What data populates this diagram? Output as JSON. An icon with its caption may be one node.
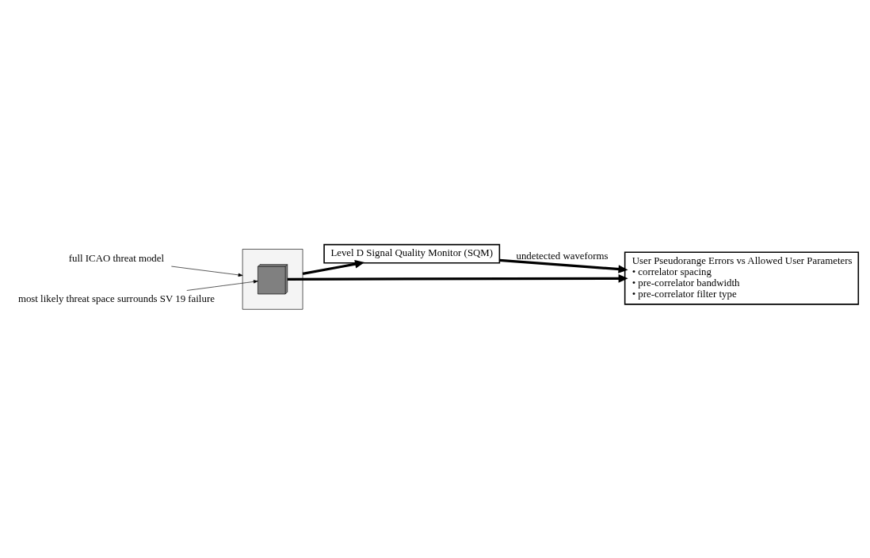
{
  "diagram": {
    "nodes": [
      {
        "text": [],
        "shape": "box"
      },
      {
        "text": [
          "full ICAO threat model"
        ]
      },
      {
        "text": [],
        "shape": "box",
        "in": 0
      },
      {
        "text": [
          "most likely threat space surrounds SV 19 failure"
        ]
      },
      {
        "text": [
          "Level D Signal Quality Monitor (SQM)"
        ]
      },
      {
        "text": [
          "User Pseudorange Errors vs Allowed User Parameters",
          "• correlator spacing",
          "• pre-correlator bandwidth",
          "• pre-correlator filter type"
        ]
      }
    ],
    "edges": [
      {
        "from": 1,
        "to": 0,
        "arrow": "to"
      },
      {
        "from": 3,
        "to": 2,
        "arrow": "to"
      },
      {
        "from": 0,
        "to": 4,
        "arrow": "to"
      },
      {
        "from": 2,
        "to": 5,
        "arrow": "to"
      },
      {
        "from": 4,
        "to": 5,
        "arrow": "to",
        "label": "undetected waveforms"
      }
    ]
  }
}
